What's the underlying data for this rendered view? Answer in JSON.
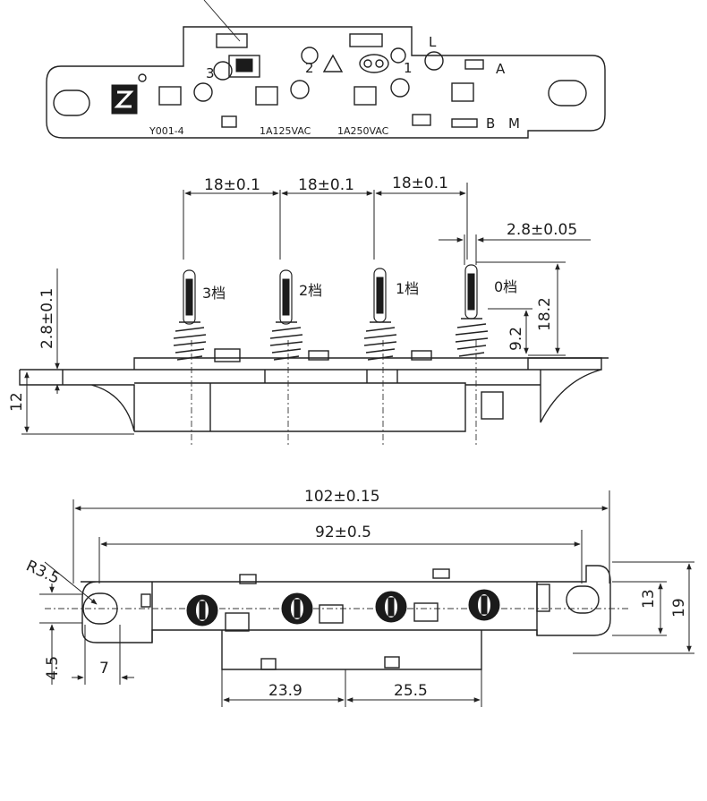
{
  "top_view": {
    "positions": [
      "3",
      "2",
      "1"
    ],
    "letters": [
      "L",
      "A",
      "B",
      "M"
    ],
    "model": "Y001-4",
    "rating_1": "1A125VAC",
    "rating_2": "1A250VAC"
  },
  "side_view": {
    "pitch_1": "18±0.1",
    "pitch_2": "18±0.1",
    "pitch_3": "18±0.1",
    "pin_width": "2.8±0.05",
    "pin_labels": [
      "3档",
      "2档",
      "1档",
      "0档"
    ],
    "pin_total_height": "18.2",
    "spring_height": "9.2",
    "left_pin_thickness": "2.8±0.1",
    "base_height": "12"
  },
  "bottom_view": {
    "overall_length": "102±0.15",
    "hole_spacing": "92±0.5",
    "corner_radius": "R3.5",
    "inner_width": "13",
    "outer_width": "19",
    "hole_offset_y": "4.5",
    "hole_offset_x": "7",
    "spacing_1": "23.9",
    "spacing_2": "25.5"
  }
}
